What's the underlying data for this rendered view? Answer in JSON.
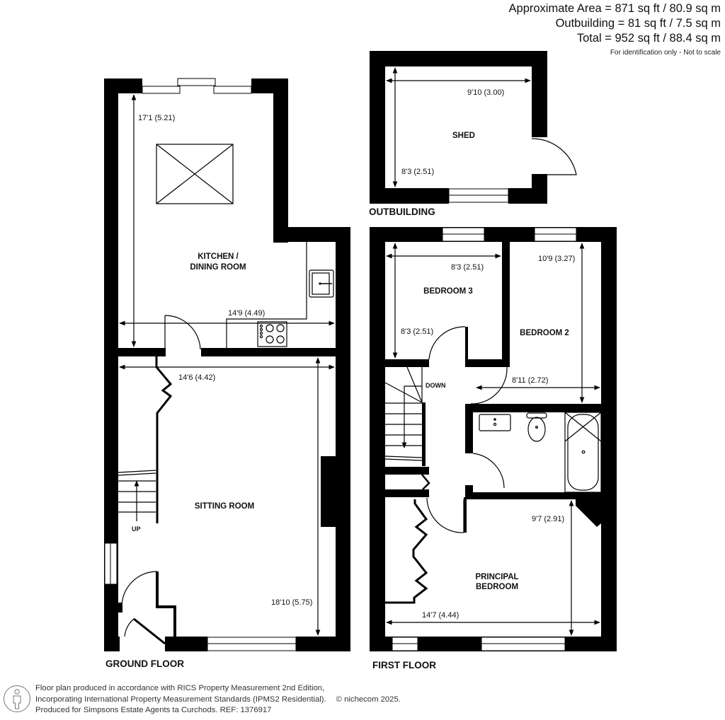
{
  "area_summary": {
    "approximate_area": "Approximate Area = 871 sq ft / 80.9 sq m",
    "outbuilding": "Outbuilding = 81 sq ft / 7.5 sq m",
    "total": "Total = 952 sq ft / 88.4 sq m",
    "note": "For identification only - Not to scale"
  },
  "floors": {
    "ground": {
      "label": "GROUND FLOOR",
      "rooms": {
        "kitchen_line1": "KITCHEN /",
        "kitchen_line2": "DINING ROOM",
        "kitchen_length": "17'1 (5.21)",
        "kitchen_width": "14'9 (4.49)",
        "sitting_room": "SITTING ROOM",
        "sitting_width": "14'6 (4.42)",
        "sitting_length": "18'10 (5.75)"
      },
      "stairs_label": "UP"
    },
    "outbuilding": {
      "label": "OUTBUILDING",
      "rooms": {
        "shed": "SHED",
        "shed_width": "9'10 (3.00)",
        "shed_length": "8'3 (2.51)"
      }
    },
    "first": {
      "label": "FIRST FLOOR",
      "rooms": {
        "bedroom3": "BEDROOM 3",
        "bedroom3_width": "8'3 (2.51)",
        "bedroom3_length": "8'3 (2.51)",
        "bedroom2": "BEDROOM 2",
        "bedroom2_length": "10'9 (3.27)",
        "bedroom2_width": "8'11 (2.72)",
        "principal_line1": "PRINCIPAL",
        "principal_line2": "BEDROOM",
        "principal_length": "9'7 (2.91)",
        "principal_width": "14'7 (4.44)"
      },
      "stairs_label": "DOWN"
    }
  },
  "footer": {
    "icon": "person-icon",
    "line1": "Floor plan produced in accordance with RICS Property Measurement 2nd Edition,",
    "line2": "Incorporating International Property Measurement Standards (IPMS2 Residential).",
    "copyright": "© nichecom 2025.",
    "line3": "Produced for Simpsons Estate Agents ta Curchods.   REF: 1376917"
  }
}
